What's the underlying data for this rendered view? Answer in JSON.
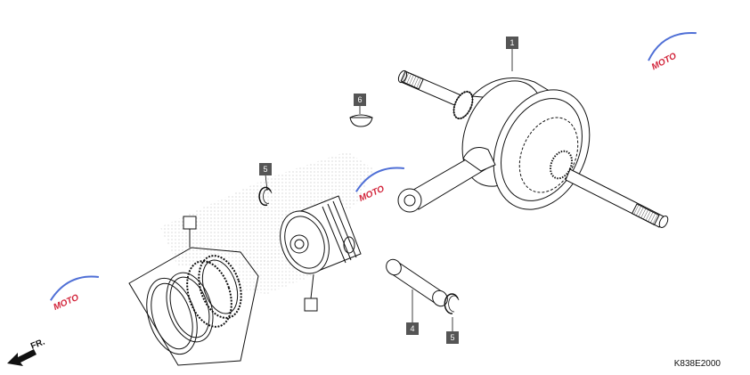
{
  "diagram": {
    "code": "K838E2000",
    "direction_label": "FR.",
    "watermark": "MOTO",
    "colors": {
      "line": "#111111",
      "callout_bg": "#555555",
      "callout_text": "#ffffff",
      "watermark_red": "#d2243a",
      "watermark_blue": "#4f6fd6",
      "stipple": "#bdbdbd"
    },
    "callouts": [
      {
        "id": "crankshaft",
        "label": "1"
      },
      {
        "id": "woodruff-key",
        "label": "6"
      },
      {
        "id": "clip-upper",
        "label": "5"
      },
      {
        "id": "piston-pin",
        "label": "4"
      },
      {
        "id": "clip-lower",
        "label": "5"
      }
    ]
  }
}
